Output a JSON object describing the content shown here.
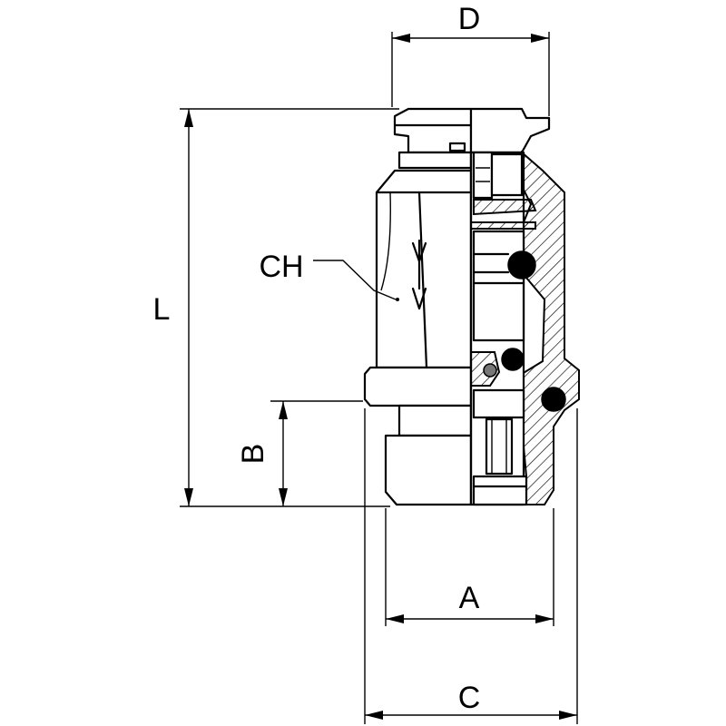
{
  "labels": {
    "D": "D",
    "L": "L",
    "CH": "CH",
    "B": "B",
    "A": "A",
    "C": "C"
  },
  "colors": {
    "line": "#000000",
    "background": "#ffffff"
  }
}
